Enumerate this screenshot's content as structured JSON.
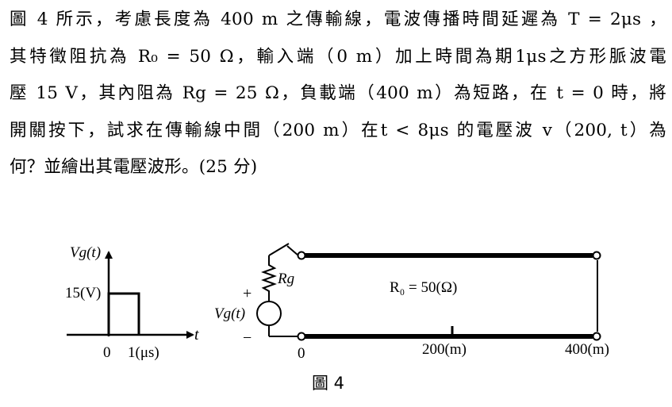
{
  "problem": {
    "lines": [
      "圖 4 所示，考慮長度為 400 m 之傳輸線，電波傳播時間延遲為 T = 2μs ，",
      "其特徵阻抗為 R₀ = 50 Ω，輸入端（0 m）加上時間為期1μs之方形脈波電",
      "壓 15 V，其內阻為 Rg = 25 Ω，負載端（400 m）為短路，在 t = 0 時，將",
      "開關按下，試求在傳輸線中間（200 m）在t < 8μs 的電壓波 v（200, t）為",
      "何？並繪出其電壓波形。(25 分)"
    ]
  },
  "pulse_graph": {
    "y_axis_label": "Vg(t)",
    "amplitude_label": "15(V)",
    "x_axis_label": "t",
    "tick_zero": "0",
    "tick_one": "1(μs)"
  },
  "circuit": {
    "source_resistor_label": "Rg",
    "plus_sign": "+",
    "minus_sign": "−",
    "source_label": "Vg(t)",
    "line_impedance_label": "R₀ = 50(Ω)",
    "pos_start": "0",
    "pos_mid": "200(m)",
    "pos_end": "400(m)"
  },
  "caption": "圖 4"
}
